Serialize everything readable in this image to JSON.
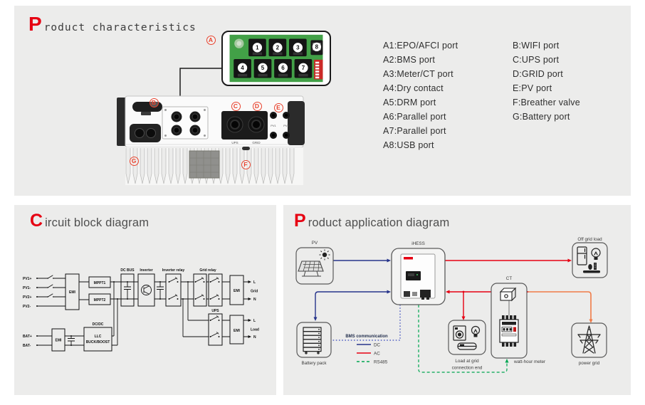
{
  "characteristics": {
    "title_initial": "P",
    "title_rest": "roduct characteristics",
    "markers": {
      "a": "A",
      "b": "B",
      "c": "C",
      "d": "D",
      "e": "E",
      "f": "F",
      "g": "G"
    },
    "ports": [
      "1",
      "2",
      "3",
      "4",
      "5",
      "6",
      "7",
      "8"
    ],
    "device_labels": {
      "ups": "UPS",
      "grid": "GRID",
      "pv1": "PV1",
      "pv2": "PV2"
    },
    "legend_col1": [
      "A1:EPO/AFCI port",
      "A2:BMS port",
      "A3:Meter/CT port",
      "A4:Dry contact",
      "A5:DRM port",
      "A6:Parallel port",
      "A7:Parallel port",
      "A8:USB port"
    ],
    "legend_col2": [
      "B:WIFI port",
      "C:UPS port",
      "D:GRID port",
      "E:PV port",
      "F:Breather valve",
      "G:Battery port"
    ]
  },
  "circuit": {
    "title_initial": "C",
    "title_rest": "ircuit block diagram",
    "labels": {
      "pv1p": "PV1+",
      "pv1n": "PV1-",
      "pv2p": "PV2+",
      "pv2n": "PV2-",
      "batp": "BAT+",
      "batn": "BAT-",
      "emi": "EMI",
      "mppt1": "MPPT1",
      "mppt2": "MPPT2",
      "dc_bus": "DC BUS",
      "inverter": "Inverter",
      "inverter_relay": "Inverter relay",
      "grid_relay": "Grid relay",
      "ups": "UPS",
      "dcdc": "DC/DC",
      "llc": "LLC",
      "buck_boost": "BUCK/BOOST",
      "grid": "Grid",
      "load": "Load",
      "line_l": "L",
      "line_n": "N"
    }
  },
  "application": {
    "title_initial": "P",
    "title_rest": "roduct application diagram",
    "nodes": {
      "pv": "PV",
      "ihess": "iHESS",
      "off_grid": "Off grid load",
      "ct": "CT",
      "battery": "Battery pack",
      "load_line1": "Load at grid",
      "load_line2": "connection end",
      "meter": "watt-hour meter",
      "grid": "power grid"
    },
    "bms": "BMS communication",
    "legend": {
      "dc": "DC",
      "ac": "AC",
      "rs485": "RS485"
    }
  },
  "colors": {
    "accent_red": "#e60012",
    "marker_red": "#e8432e",
    "dc_blue": "#26348b",
    "ac_red": "#e60012",
    "rs485_green": "#00a651",
    "grid_orange": "#f07b47",
    "pcb_green": "#42a047",
    "dip_red": "#cc2a28",
    "panel_bg": "#ececeb"
  }
}
